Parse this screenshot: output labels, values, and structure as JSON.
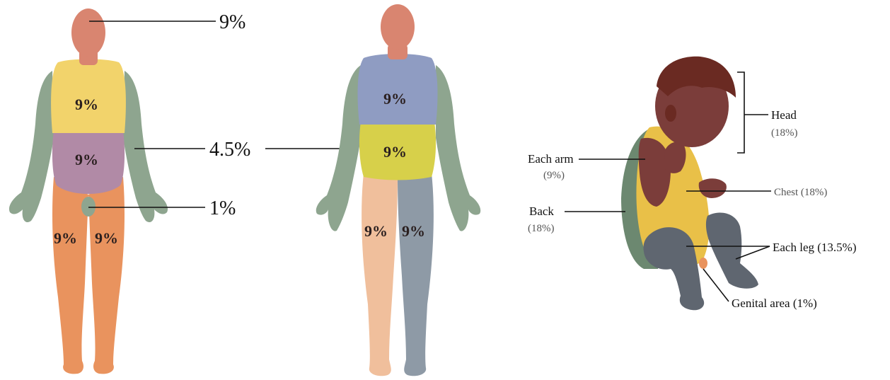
{
  "colors": {
    "head_neck": "#d98570",
    "chest_yellow": "#f2d36b",
    "abdomen_purple": "#b18aa6",
    "arm_green": "#8ea58f",
    "leg_orange": "#e9935e",
    "back_blue": "#8f9cc2",
    "lower_back_yellow": "#d7d04a",
    "leg_gray": "#8e9aa6",
    "buttock_peach": "#f0bf9c",
    "baby_skin": "#7b3d3a",
    "baby_hair": "#6a2a22",
    "baby_body_yellow": "#e9c048",
    "baby_back_green": "#6c8870",
    "baby_leg_gray": "#5f6670"
  },
  "adult_front": {
    "callout_head": "9%",
    "callout_arm": "4.5%",
    "callout_genital": "1%",
    "chest_pct": "9%",
    "abdomen_pct": "9%",
    "leg_left_pct": "9%",
    "leg_right_pct": "9%"
  },
  "adult_back": {
    "upper_back_pct": "9%",
    "lower_back_pct": "9%",
    "leg_left_pct": "9%",
    "leg_right_pct": "9%"
  },
  "infant": {
    "head_label": "Head",
    "head_pct": "(18%)",
    "arm_label": "Each arm",
    "arm_pct": "(9%)",
    "chest_label": "Chest (18%)",
    "back_label": "Back",
    "back_pct": "(18%)",
    "leg_label": "Each leg (13.5%)",
    "genital_label": "Genital area (1%)"
  }
}
